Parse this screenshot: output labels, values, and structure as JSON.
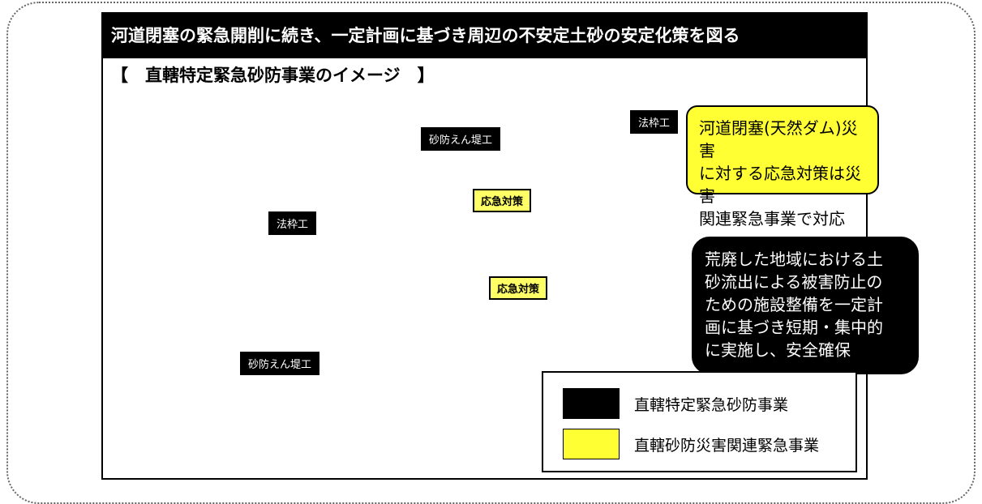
{
  "title": "河道閉塞の緊急開削に続き、一定計画に基づき周辺の不安定土砂の安定化策を図る",
  "subtitle": "【　直轄特定緊急砂防事業のイメージ　】",
  "labels": {
    "sabo_dam_top": "砂防えん堤工",
    "sabo_dam_bottom": "砂防えん堤工",
    "slope_frame_right": "法枠工",
    "slope_frame_left": "法枠工",
    "emergency_upper": "応急対策",
    "emergency_lower": "応急対策"
  },
  "callouts": {
    "yellow": "河道閉塞(天然ダム)災害\nに対する応急対策は災害\n関連緊急事業で対応",
    "black": "荒廃した地域における土\n砂流出による被害防止の\nための施設整備を一定計\n画に基づき短期・集中的\nに実施し、安全確保"
  },
  "legend": [
    {
      "label": "直轄特定緊急砂防事業",
      "color": "#000000"
    },
    {
      "label": "直轄砂防災害関連緊急事業",
      "color": "#ffff33"
    }
  ],
  "colors": {
    "hill": "#8fce1c",
    "valley": "#f7f0a8",
    "river": "#33ccff",
    "landslide": "#8b4513",
    "tree": "#e06a2a"
  }
}
